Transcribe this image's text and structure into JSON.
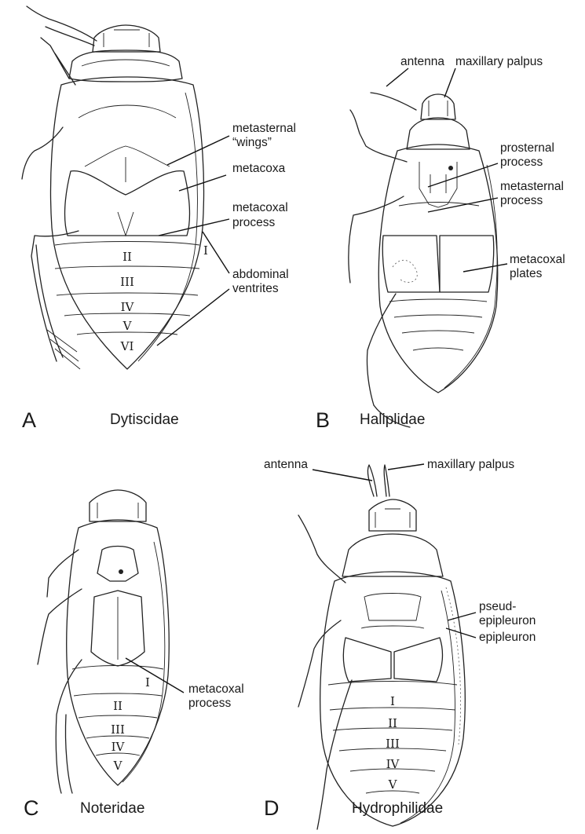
{
  "panels": {
    "A": {
      "letter": "A",
      "family": "Dytiscidae",
      "labels": {
        "metasternal": "metasternal",
        "wings": "“wings”",
        "metacoxa": "metacoxa",
        "metacoxal1": "metacoxal",
        "metacoxal2": "process",
        "abdominal1": "abdominal",
        "abdominal2": "ventrites"
      },
      "ventrites": [
        "I",
        "II",
        "III",
        "IV",
        "V",
        "VI"
      ]
    },
    "B": {
      "letter": "B",
      "family": "Haliplidae",
      "labels": {
        "antenna": "antenna",
        "maxillary_palpus": "maxillary palpus",
        "prosternal1": "prosternal",
        "prosternal2": "process",
        "metasternal1": "metasternal",
        "metasternal2": "process",
        "metacoxal1": "metacoxal",
        "metacoxal2": "plates"
      }
    },
    "C": {
      "letter": "C",
      "family": "Noteridae",
      "labels": {
        "metacoxal1": "metacoxal",
        "metacoxal2": "process"
      },
      "ventrites": [
        "I",
        "II",
        "III",
        "IV",
        "V"
      ]
    },
    "D": {
      "letter": "D",
      "family": "Hydrophilidae",
      "labels": {
        "antenna": "antenna",
        "maxillary_palpus": "maxillary palpus",
        "pseud1": "pseud-",
        "pseud2": "epipleuron",
        "epipleuron": "epipleuron"
      },
      "ventrites": [
        "I",
        "II",
        "III",
        "IV",
        "V"
      ]
    }
  }
}
